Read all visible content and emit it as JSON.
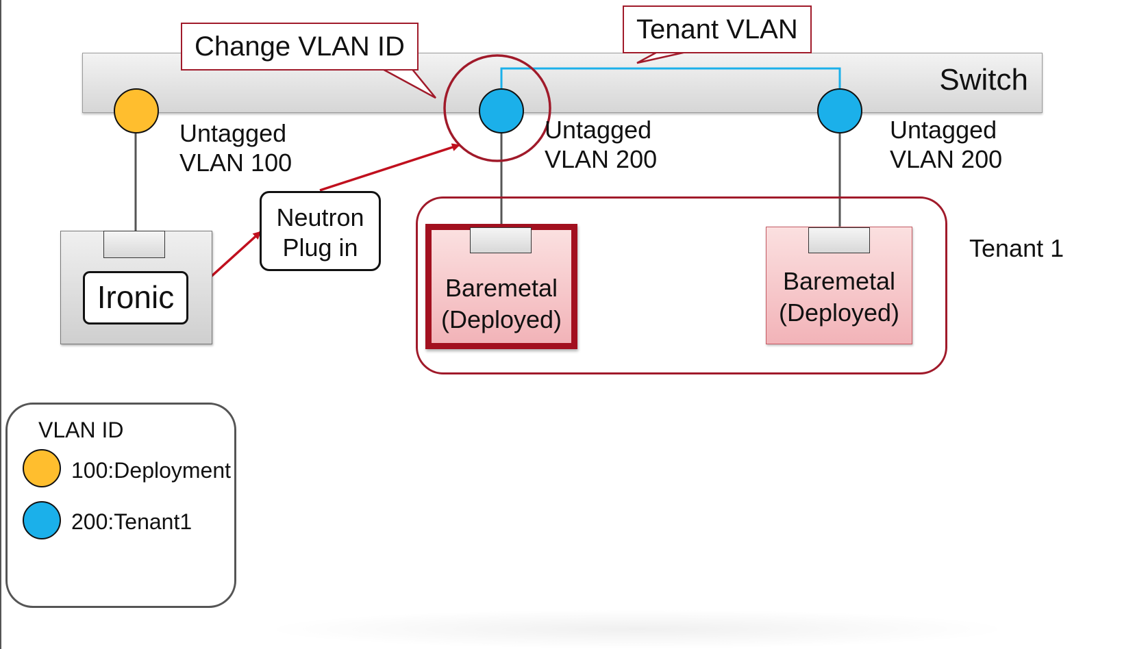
{
  "switch": {
    "label": "Switch"
  },
  "callouts": {
    "change_vlan": "Change VLAN ID",
    "tenant_vlan": "Tenant VLAN"
  },
  "ports": [
    {
      "color": "#ffbe2e",
      "label": "Untagged\nVLAN 100"
    },
    {
      "color": "#1bb0ea",
      "label": "Untagged\nVLAN 200"
    },
    {
      "color": "#1bb0ea",
      "label": "Untagged\nVLAN 200"
    }
  ],
  "ironic": {
    "label": "Ironic"
  },
  "neutron": {
    "label": "Neutron\nPlug in"
  },
  "tenant_group": {
    "label": "Tenant 1"
  },
  "baremetals": [
    {
      "label": "Baremetal\n(Deployed)",
      "selected": true
    },
    {
      "label": "Baremetal\n(Deployed)",
      "selected": false
    }
  ],
  "legend": {
    "title": "VLAN ID",
    "items": [
      {
        "color": "#ffbe2e",
        "label": "100:Deployment"
      },
      {
        "color": "#1bb0ea",
        "label": "200:Tenant1"
      }
    ]
  },
  "colors": {
    "accent": "#a01a2a",
    "tenant_link": "#1bb0ea"
  }
}
